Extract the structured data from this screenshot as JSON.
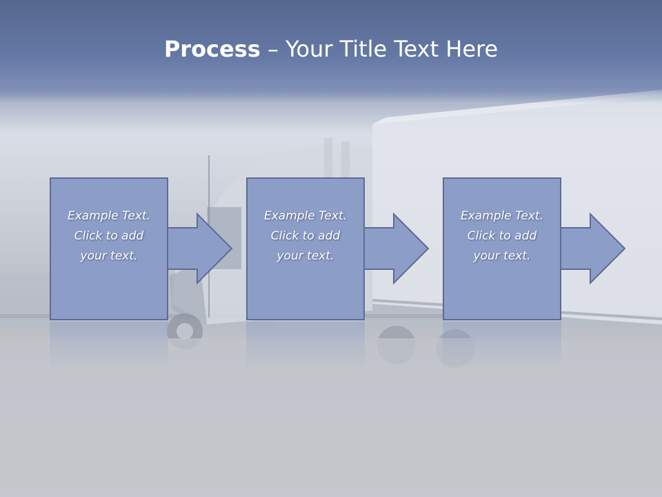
{
  "title": {
    "bold": "Process",
    "dash": " – ",
    "rest": "Your Title Text Here"
  },
  "steps": [
    {
      "line1": "Example Text.",
      "line2": "Click  to add",
      "line3": "your text."
    },
    {
      "line1": "Example Text.",
      "line2": "Click  to add",
      "line3": "your text."
    },
    {
      "line1": "Example Text.",
      "line2": "Click  to add",
      "line3": "your text."
    }
  ],
  "colors": {
    "box_fill": "#8c9dc8",
    "box_border": "#5d6b94",
    "title_band": "#6579a5",
    "text": "#ffffff"
  },
  "background": "truck-photo"
}
